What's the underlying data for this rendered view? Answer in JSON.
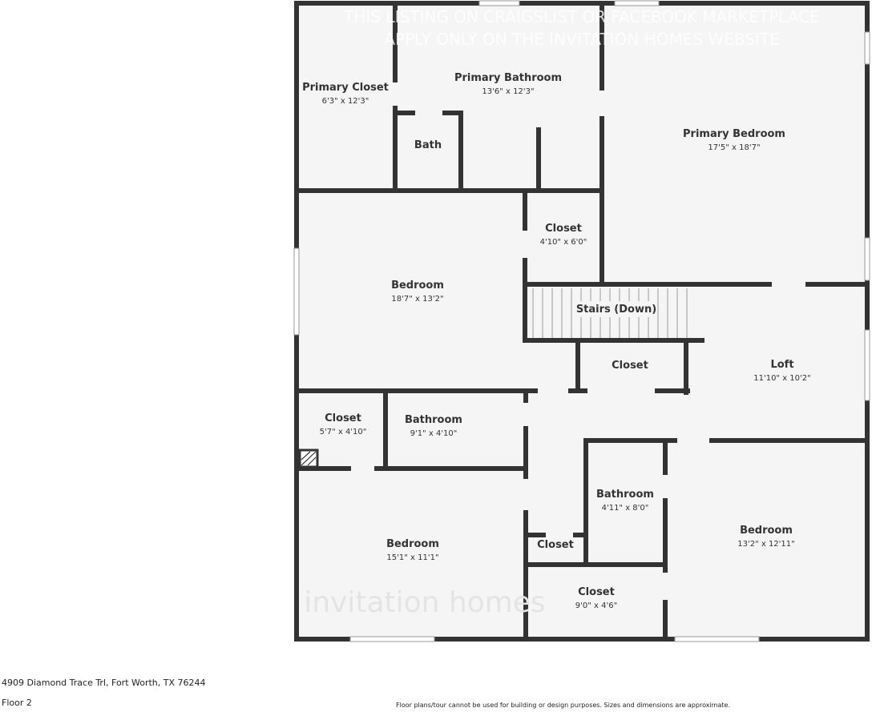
{
  "plan": {
    "watermark_top": [
      "THIS LISTING ON CRAIGSLIST OR FACEBOOK MARKETPLACE",
      "APPLY ONLY ON THE INVITATION HOMES WEBSITE"
    ],
    "watermark_logo": "invitation homes",
    "rooms": [
      {
        "name": "Primary Closet",
        "dims": "6'3\" x 12'3\""
      },
      {
        "name": "Primary Bathroom",
        "dims": "13'6\" x 12'3\""
      },
      {
        "name": "Primary Bedroom",
        "dims": "17'5\" x 18'7\""
      },
      {
        "name": "Bath",
        "dims": ""
      },
      {
        "name": "Closet",
        "dims": "4'10\" x 6'0\""
      },
      {
        "name": "Bedroom",
        "dims": "18'7\" x 13'2\""
      },
      {
        "name": "Stairs (Down)",
        "dims": ""
      },
      {
        "name": "Closet",
        "dims": ""
      },
      {
        "name": "Loft",
        "dims": "11'10\" x 10'2\""
      },
      {
        "name": "Closet",
        "dims": "5'7\" x 4'10\""
      },
      {
        "name": "Bathroom",
        "dims": "9'1\" x 4'10\""
      },
      {
        "name": "Bathroom",
        "dims": "4'11\" x 8'0\""
      },
      {
        "name": "Bedroom",
        "dims": "13'2\" x 12'11\""
      },
      {
        "name": "Closet",
        "dims": ""
      },
      {
        "name": "Bedroom",
        "dims": "15'1\" x 11'1\""
      },
      {
        "name": "Closet",
        "dims": "9'0\" x 4'6\""
      }
    ]
  },
  "footer": {
    "address": "4909 Diamond Trace Trl, Fort Worth, TX 76244",
    "floor": "Floor 2",
    "disclaimer": "Floor plans/tour cannot be used for building or design purposes. Sizes and dimensions are approximate."
  },
  "colors": {
    "wall": "#333333",
    "floor": "#f5f5f5"
  }
}
